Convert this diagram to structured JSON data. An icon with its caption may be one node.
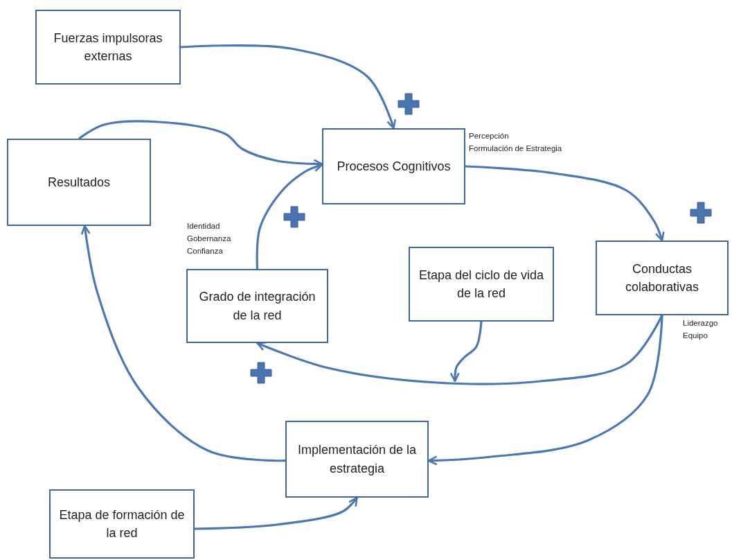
{
  "diagram": {
    "nodes": [
      {
        "text": [
          "Fuerzas impulsoras externas"
        ]
      },
      {
        "text": [
          "Resultados"
        ]
      },
      {
        "text": [
          "Procesos Cognitivos"
        ],
        "beside": [
          "Percepción",
          "Formulación de Estrategia"
        ]
      },
      {
        "text": [
          "Grado de integración de la red"
        ],
        "beside": [
          "Identidad",
          "Gobernanza",
          "Confianza"
        ]
      },
      {
        "text": [
          "Etapa del ciclo de vida de la red"
        ]
      },
      {
        "text": [
          "Conductas colaborativas"
        ],
        "beside": [
          "Liderazgo",
          "Equipo"
        ]
      },
      {
        "text": [
          "Implementación de la estrategia"
        ]
      },
      {
        "text": [
          "Etapa de formación de la red"
        ]
      }
    ],
    "edges": [
      {
        "from": 0,
        "to": 2,
        "arrow": "to"
      },
      {
        "from": 1,
        "to": 2,
        "arrow": "to"
      },
      {
        "from": 2,
        "to": 5,
        "arrow": "to"
      },
      {
        "from": 3,
        "to": 2,
        "arrow": "to"
      },
      {
        "from": 5,
        "to": 3,
        "arrow": "to"
      },
      {
        "from": 4,
        "to": null,
        "arrow": "to"
      },
      {
        "from": 5,
        "to": 6,
        "arrow": "to"
      },
      {
        "from": 6,
        "to": 1,
        "arrow": "to"
      },
      {
        "from": 7,
        "to": 6,
        "arrow": "to"
      }
    ]
  }
}
